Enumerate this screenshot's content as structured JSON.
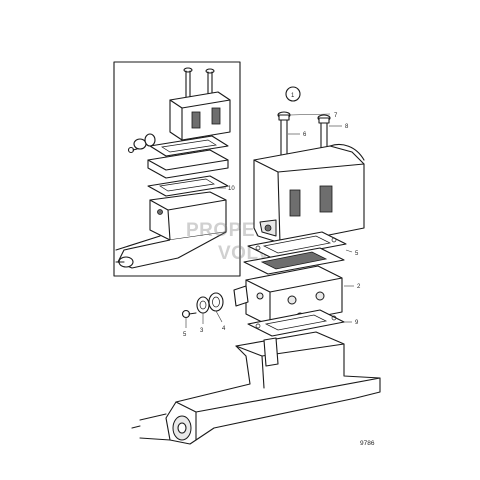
{
  "callouts": {
    "ref_circle": "1",
    "c1": "1",
    "c7": "7",
    "c8": "8",
    "c6": "6",
    "c5": "5",
    "c2": "2",
    "c9": "9",
    "c10": "10",
    "c5b": "5",
    "c3": "3",
    "c4": "4"
  },
  "watermark": {
    "line1": "PROPERTY OF",
    "line2": "VOLVO"
  },
  "drawing_code": "9786"
}
